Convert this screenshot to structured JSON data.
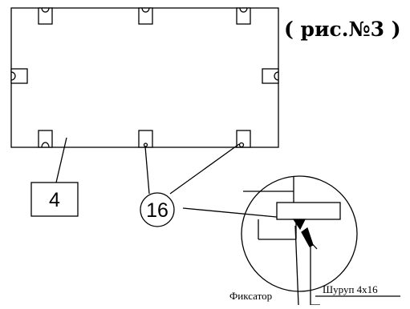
{
  "figure": {
    "title": "( рис.№3 )",
    "part_label": "4",
    "callout_label": "16",
    "fixator_label": "Фиксатор",
    "screw_label": "Шуруп 4x16"
  }
}
